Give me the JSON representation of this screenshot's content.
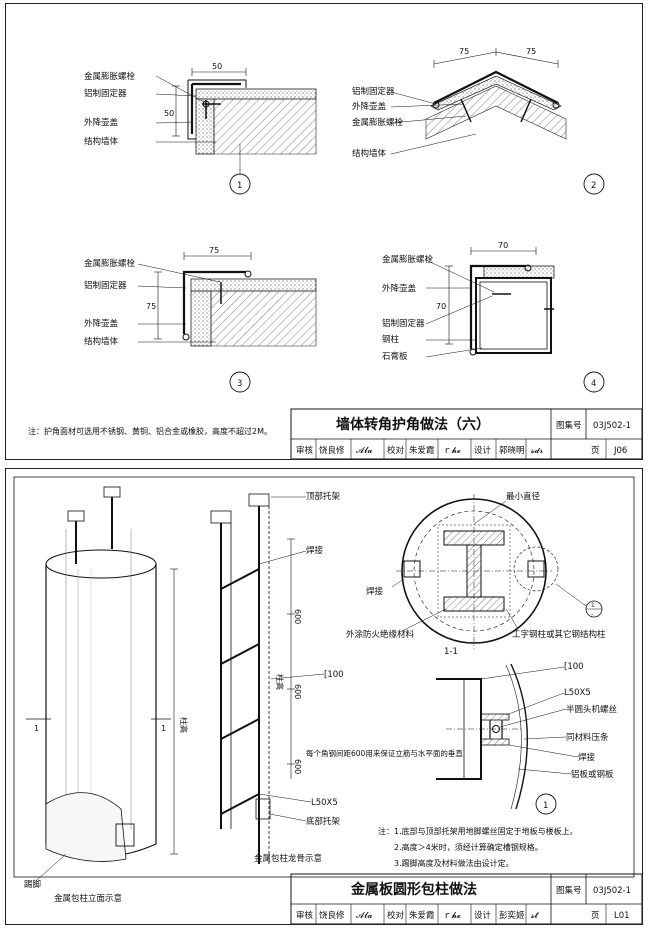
{
  "top_sheet": {
    "title": "墙体转角护角做法（六）",
    "atlas_label": "图集号",
    "atlas_no": "03J502-1",
    "page_label": "页",
    "page_no": "J06",
    "note": "注：护角面材可选用不锈钢、黄铜、铝合金或橡胶，高度不超过2M。",
    "signatures": {
      "review_label": "审核",
      "review_name": "饶良修",
      "review_sig": "𝓐𝓵𝓪",
      "check_label": "校对",
      "check_name": "朱爱霞",
      "check_sig": "ｒ𝓱𝓮",
      "design_label": "设计",
      "design_name": "郭晓明",
      "design_sig": "𝓼𝓭𝓻"
    },
    "detail1": {
      "number": "1",
      "labels": [
        "金属膨胀螺栓",
        "铝制固定器",
        "外降壶盖",
        "结构墙体"
      ],
      "dims": [
        "50",
        "50"
      ]
    },
    "detail2": {
      "number": "2",
      "labels": [
        "铝制固定器",
        "外降壶盖",
        "金属膨胀螺栓",
        "结构墙体"
      ],
      "dims": [
        "75",
        "75"
      ]
    },
    "detail3": {
      "number": "3",
      "labels": [
        "金属膨胀螺栓",
        "铝制固定器",
        "外降壶盖",
        "结构墙体"
      ],
      "dims": [
        "75",
        "75"
      ]
    },
    "detail4": {
      "number": "4",
      "labels": [
        "金属膨胀螺栓",
        "外降壶盖",
        "铝制固定器",
        "钢柱",
        "石膏板"
      ],
      "dims": [
        "70",
        "70"
      ]
    }
  },
  "bottom_sheet": {
    "title": "金属板圆形包柱做法",
    "atlas_label": "图集号",
    "atlas_no": "03J502-1",
    "page_label": "页",
    "page_no": "L01",
    "signatures": {
      "review_label": "审核",
      "review_name": "饶良修",
      "review_sig": "𝓐𝓵𝓪",
      "check_label": "校对",
      "check_name": "朱爱霞",
      "check_sig": "ｒ𝓱𝓮",
      "design_label": "设计",
      "design_name": "彭奕姬",
      "design_sig": "𝓼𝓽"
    },
    "elevation": {
      "caption": "金属包柱立面示意",
      "height_label": "柱高",
      "base_label": "踢脚",
      "section_mark": "1"
    },
    "frame": {
      "caption": "金属包柱龙骨示意",
      "height_label": "柱高",
      "top_bracket": "顶部托架",
      "weld": "焊接",
      "channel": "[100",
      "angle": "L50X5",
      "bottom_bracket": "底部托架",
      "spacing_note": "每个角钢间距600用来保证立筋与水平面的垂直",
      "dims": [
        "600",
        "600",
        "600"
      ]
    },
    "plan": {
      "min_diameter": "最小直径",
      "weld": "焊接",
      "fireproof": "外涂防火绝缘材料",
      "steel_column": "工字钢柱或其它钢结构柱",
      "ref_top": "1",
      "ref_bottom": "-"
    },
    "section": {
      "title": "1-1",
      "labels": [
        "[100",
        "L50X5",
        "半圆头机螺丝",
        "同材料压条",
        "焊接",
        "铝板或钢板"
      ],
      "number": "1"
    },
    "notes": [
      "注：1.底部与顶部托架用地脚螺丝固定于地板与楼板上。",
      "2.高度＞4米时，须经计算确定槽钢规格。",
      "3.踢脚高度及材料做法由设计定。"
    ]
  }
}
